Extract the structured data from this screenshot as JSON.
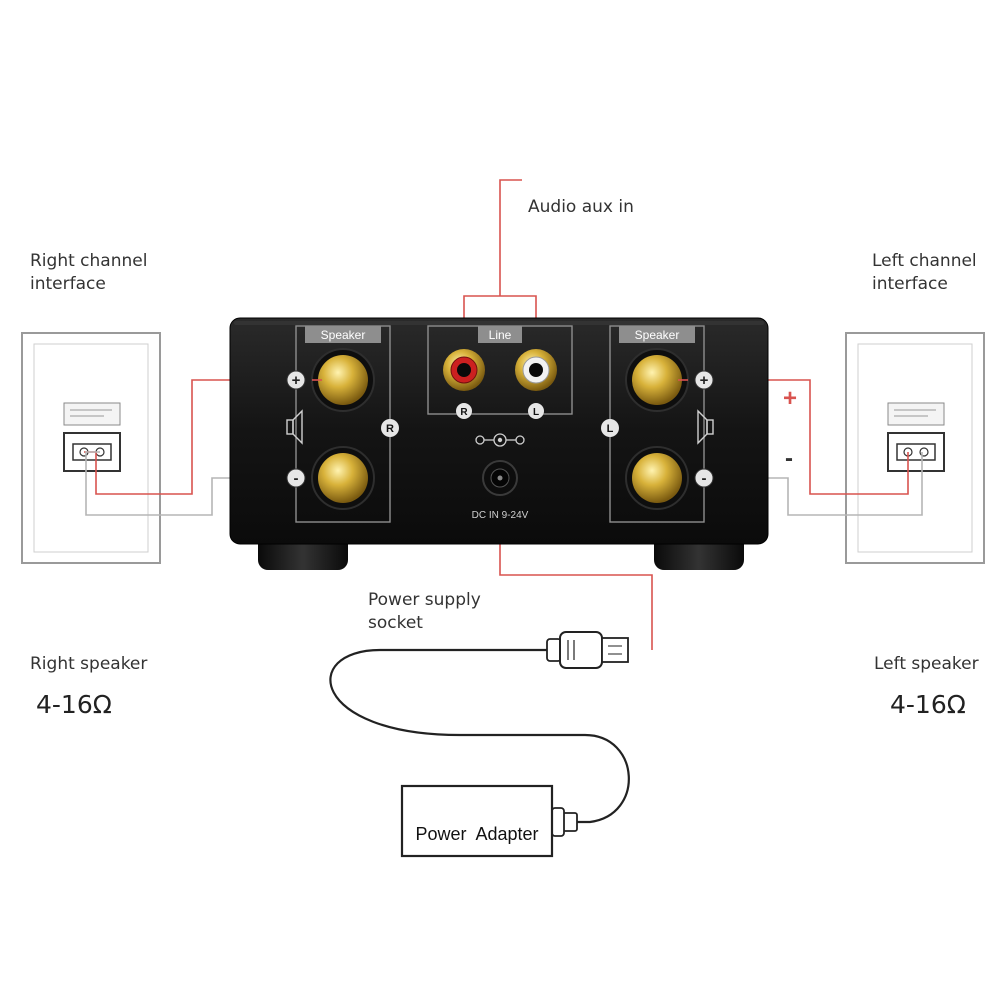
{
  "labels": {
    "audio_aux_in": "Audio aux in",
    "right_channel": [
      "Right channel",
      "interface"
    ],
    "left_channel": [
      "Left channel",
      "interface"
    ],
    "power_socket": [
      "Power supply",
      "socket"
    ],
    "right_speaker": "Right speaker",
    "left_speaker": "Left speaker",
    "right_impedance": "4-16Ω",
    "left_impedance": "4-16Ω",
    "power_adapter": "Power  Adapter"
  },
  "amplifier": {
    "speaker_left_panel": "Speaker",
    "speaker_right_panel": "Speaker",
    "line_panel": "Line",
    "line_r": "R",
    "line_l": "L",
    "channel_r": "R",
    "channel_l": "L",
    "dc_in": "DC IN 9-24V"
  },
  "polarity": {
    "plus": "+",
    "minus": "-"
  },
  "colors": {
    "signal_wire": "#d9534f",
    "neutral_wire": "#b5b5b5",
    "chassis": "#161616",
    "gold": "#c9a227",
    "cable": "#222222"
  }
}
